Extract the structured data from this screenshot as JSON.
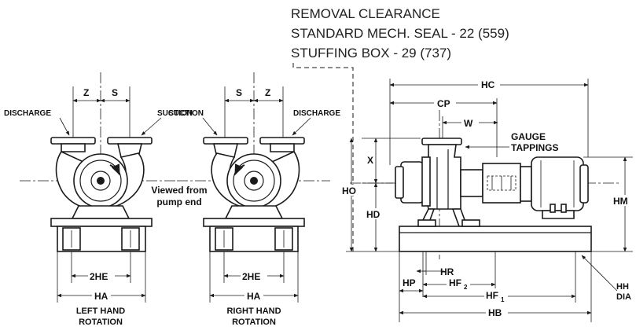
{
  "header": {
    "line1": "REMOVAL CLEARANCE",
    "line2": "STANDARD MECH. SEAL - 22 (559)",
    "line3": "STUFFING BOX - 29 (737)"
  },
  "left_view": {
    "discharge": "DISCHARGE",
    "suction": "SUCTION",
    "z": "Z",
    "s": "S",
    "two_he": "2HE",
    "ha": "HA",
    "caption1": "LEFT HAND",
    "caption2": "ROTATION"
  },
  "middle": {
    "viewed1": "Viewed from",
    "viewed2": "pump end"
  },
  "right_view": {
    "suction": "SUCTION",
    "discharge": "DISCHARGE",
    "s": "S",
    "z": "Z",
    "two_he": "2HE",
    "ha": "HA",
    "caption1": "RIGHT HAND",
    "caption2": "ROTATION"
  },
  "side_view": {
    "hc": "HC",
    "cp": "CP",
    "w": "W",
    "gauge1": "GAUGE",
    "gauge2": "TAPPINGS",
    "x": "X",
    "ho": "HO",
    "hd": "HD",
    "hm": "HM",
    "hr": "HR",
    "hp": "HP",
    "hf": "HF",
    "sub2": "2",
    "sub1": "1",
    "hh": "HH",
    "dia": "DIA",
    "hb": "HB"
  }
}
